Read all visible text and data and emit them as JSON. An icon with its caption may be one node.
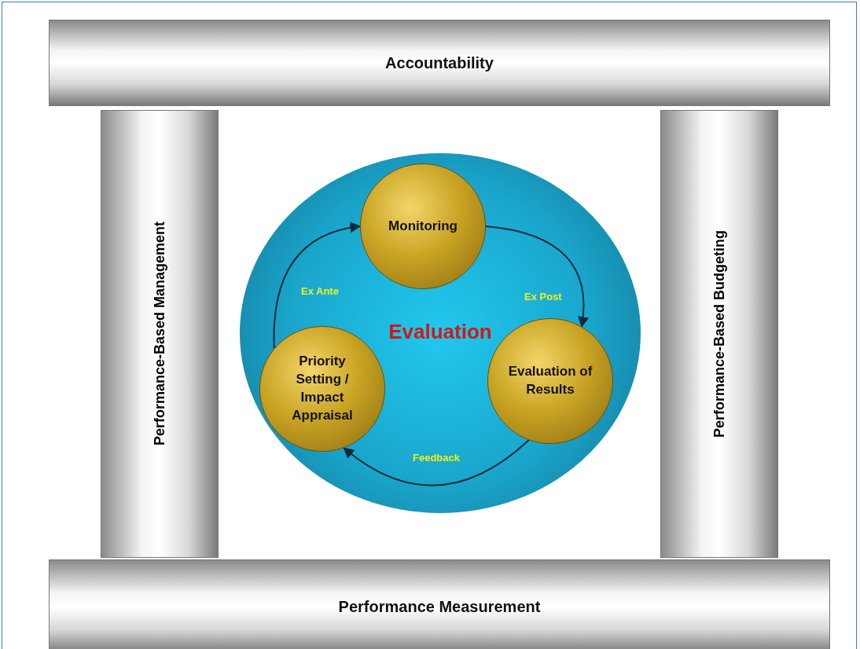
{
  "diagram": {
    "nodes": [
      {
        "text": [
          "Accountability"
        ]
      },
      {
        "text": [
          "Performance-Based Management"
        ]
      },
      {
        "text": [
          "Evaluation"
        ]
      },
      {
        "text": [
          "Monitoring"
        ],
        "in": 2
      },
      {
        "text": [
          "Priority Setting / Impact Appraisal"
        ],
        "in": 2
      },
      {
        "text": [
          "Evaluation of Results"
        ],
        "in": 2
      },
      {
        "text": [
          "Performance-Based Budgeting"
        ]
      },
      {
        "text": [
          "Performance Measurement"
        ]
      }
    ],
    "edges": [
      {
        "from": 4,
        "to": 3,
        "arrow": "to",
        "label": "Ex Ante"
      },
      {
        "from": 3,
        "to": 5,
        "arrow": "to",
        "label": "Ex Post"
      },
      {
        "from": 5,
        "to": 4,
        "arrow": "to",
        "label": "Feedback"
      }
    ]
  }
}
